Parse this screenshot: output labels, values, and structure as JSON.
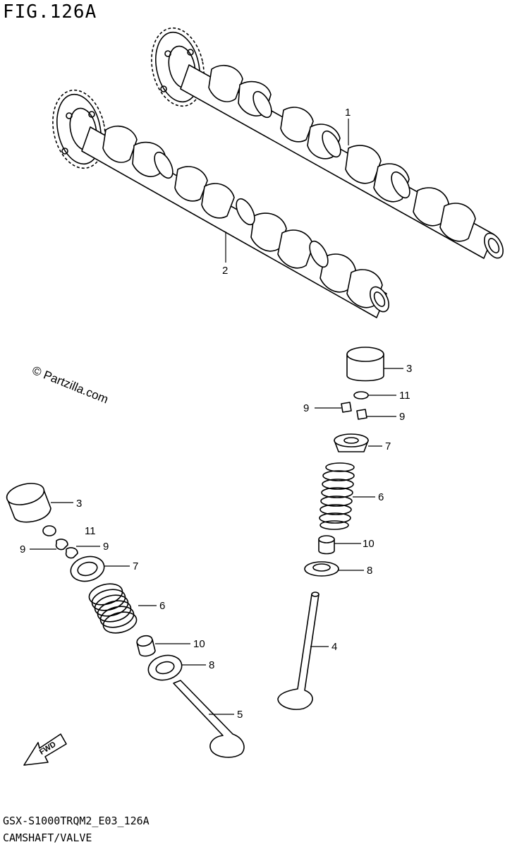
{
  "figure": {
    "title": "FIG.126A",
    "model_code": "GSX-S1000TRQM2_E03_126A",
    "subtitle": "CAMSHAFT/VALVE",
    "watermark": "© Partzilla.com"
  },
  "callouts": {
    "c1": "1",
    "c2": "2",
    "c3r": "3",
    "c11r": "11",
    "c9rl": "9",
    "c9rr": "9",
    "c7r": "7",
    "c6r": "6",
    "c10r": "10",
    "c8r": "8",
    "c4": "4",
    "c3l": "3",
    "c11l": "11",
    "c9ll": "9",
    "c9lr": "9",
    "c7l": "7",
    "c6l": "6",
    "c10l": "10",
    "c8l": "8",
    "c5": "5"
  },
  "direction_badge": "FWD",
  "colors": {
    "ink": "#000000",
    "paper": "#ffffff"
  }
}
